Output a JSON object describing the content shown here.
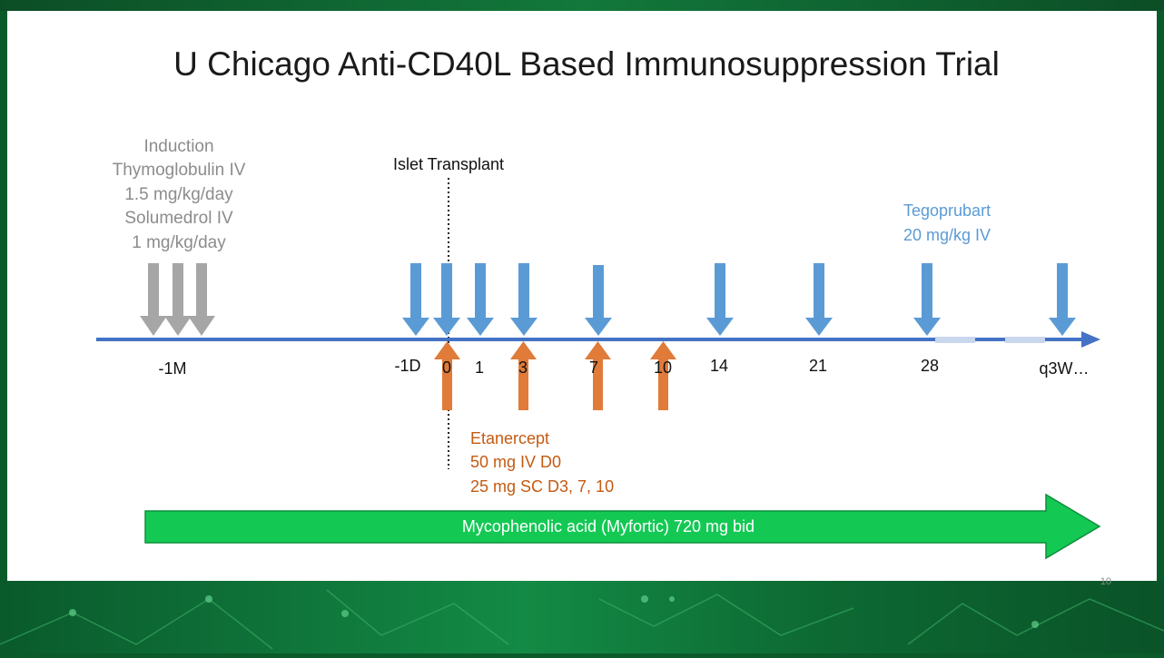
{
  "title": "U Chicago Anti-CD40L Based Immunosuppression Trial",
  "induction": {
    "lines": [
      "Induction",
      "Thymoglobulin IV",
      "1.5 mg/kg/day",
      "Solumedrol IV",
      "1 mg/kg/day"
    ],
    "color": "#9a9a9a"
  },
  "transplant_label": "Islet Transplant",
  "tegoprubart": {
    "lines": [
      "Tegoprubart",
      "20 mg/kg IV"
    ],
    "color": "#5b9bd5"
  },
  "etanercept": {
    "lines": [
      "Etanercept",
      "50 mg IV D0",
      "25 mg SC D3, 7, 10"
    ],
    "color": "#c55a11"
  },
  "timeline_labels": [
    "-1M",
    "-1D",
    "0",
    "1",
    "3",
    "7",
    "10",
    "14",
    "21",
    "28",
    "q3W…"
  ],
  "mycophenolic_label": "Mycophenolic acid (Myfortic) 720 mg bid",
  "page_number": "10",
  "colors": {
    "axis": "#4472c4",
    "blue_arrow": "#5b9bd5",
    "gray_arrow": "#a6a6a6",
    "orange_arrow": "#e07b39",
    "green_arrow": "#13c954",
    "background": "#0b5a2a"
  }
}
